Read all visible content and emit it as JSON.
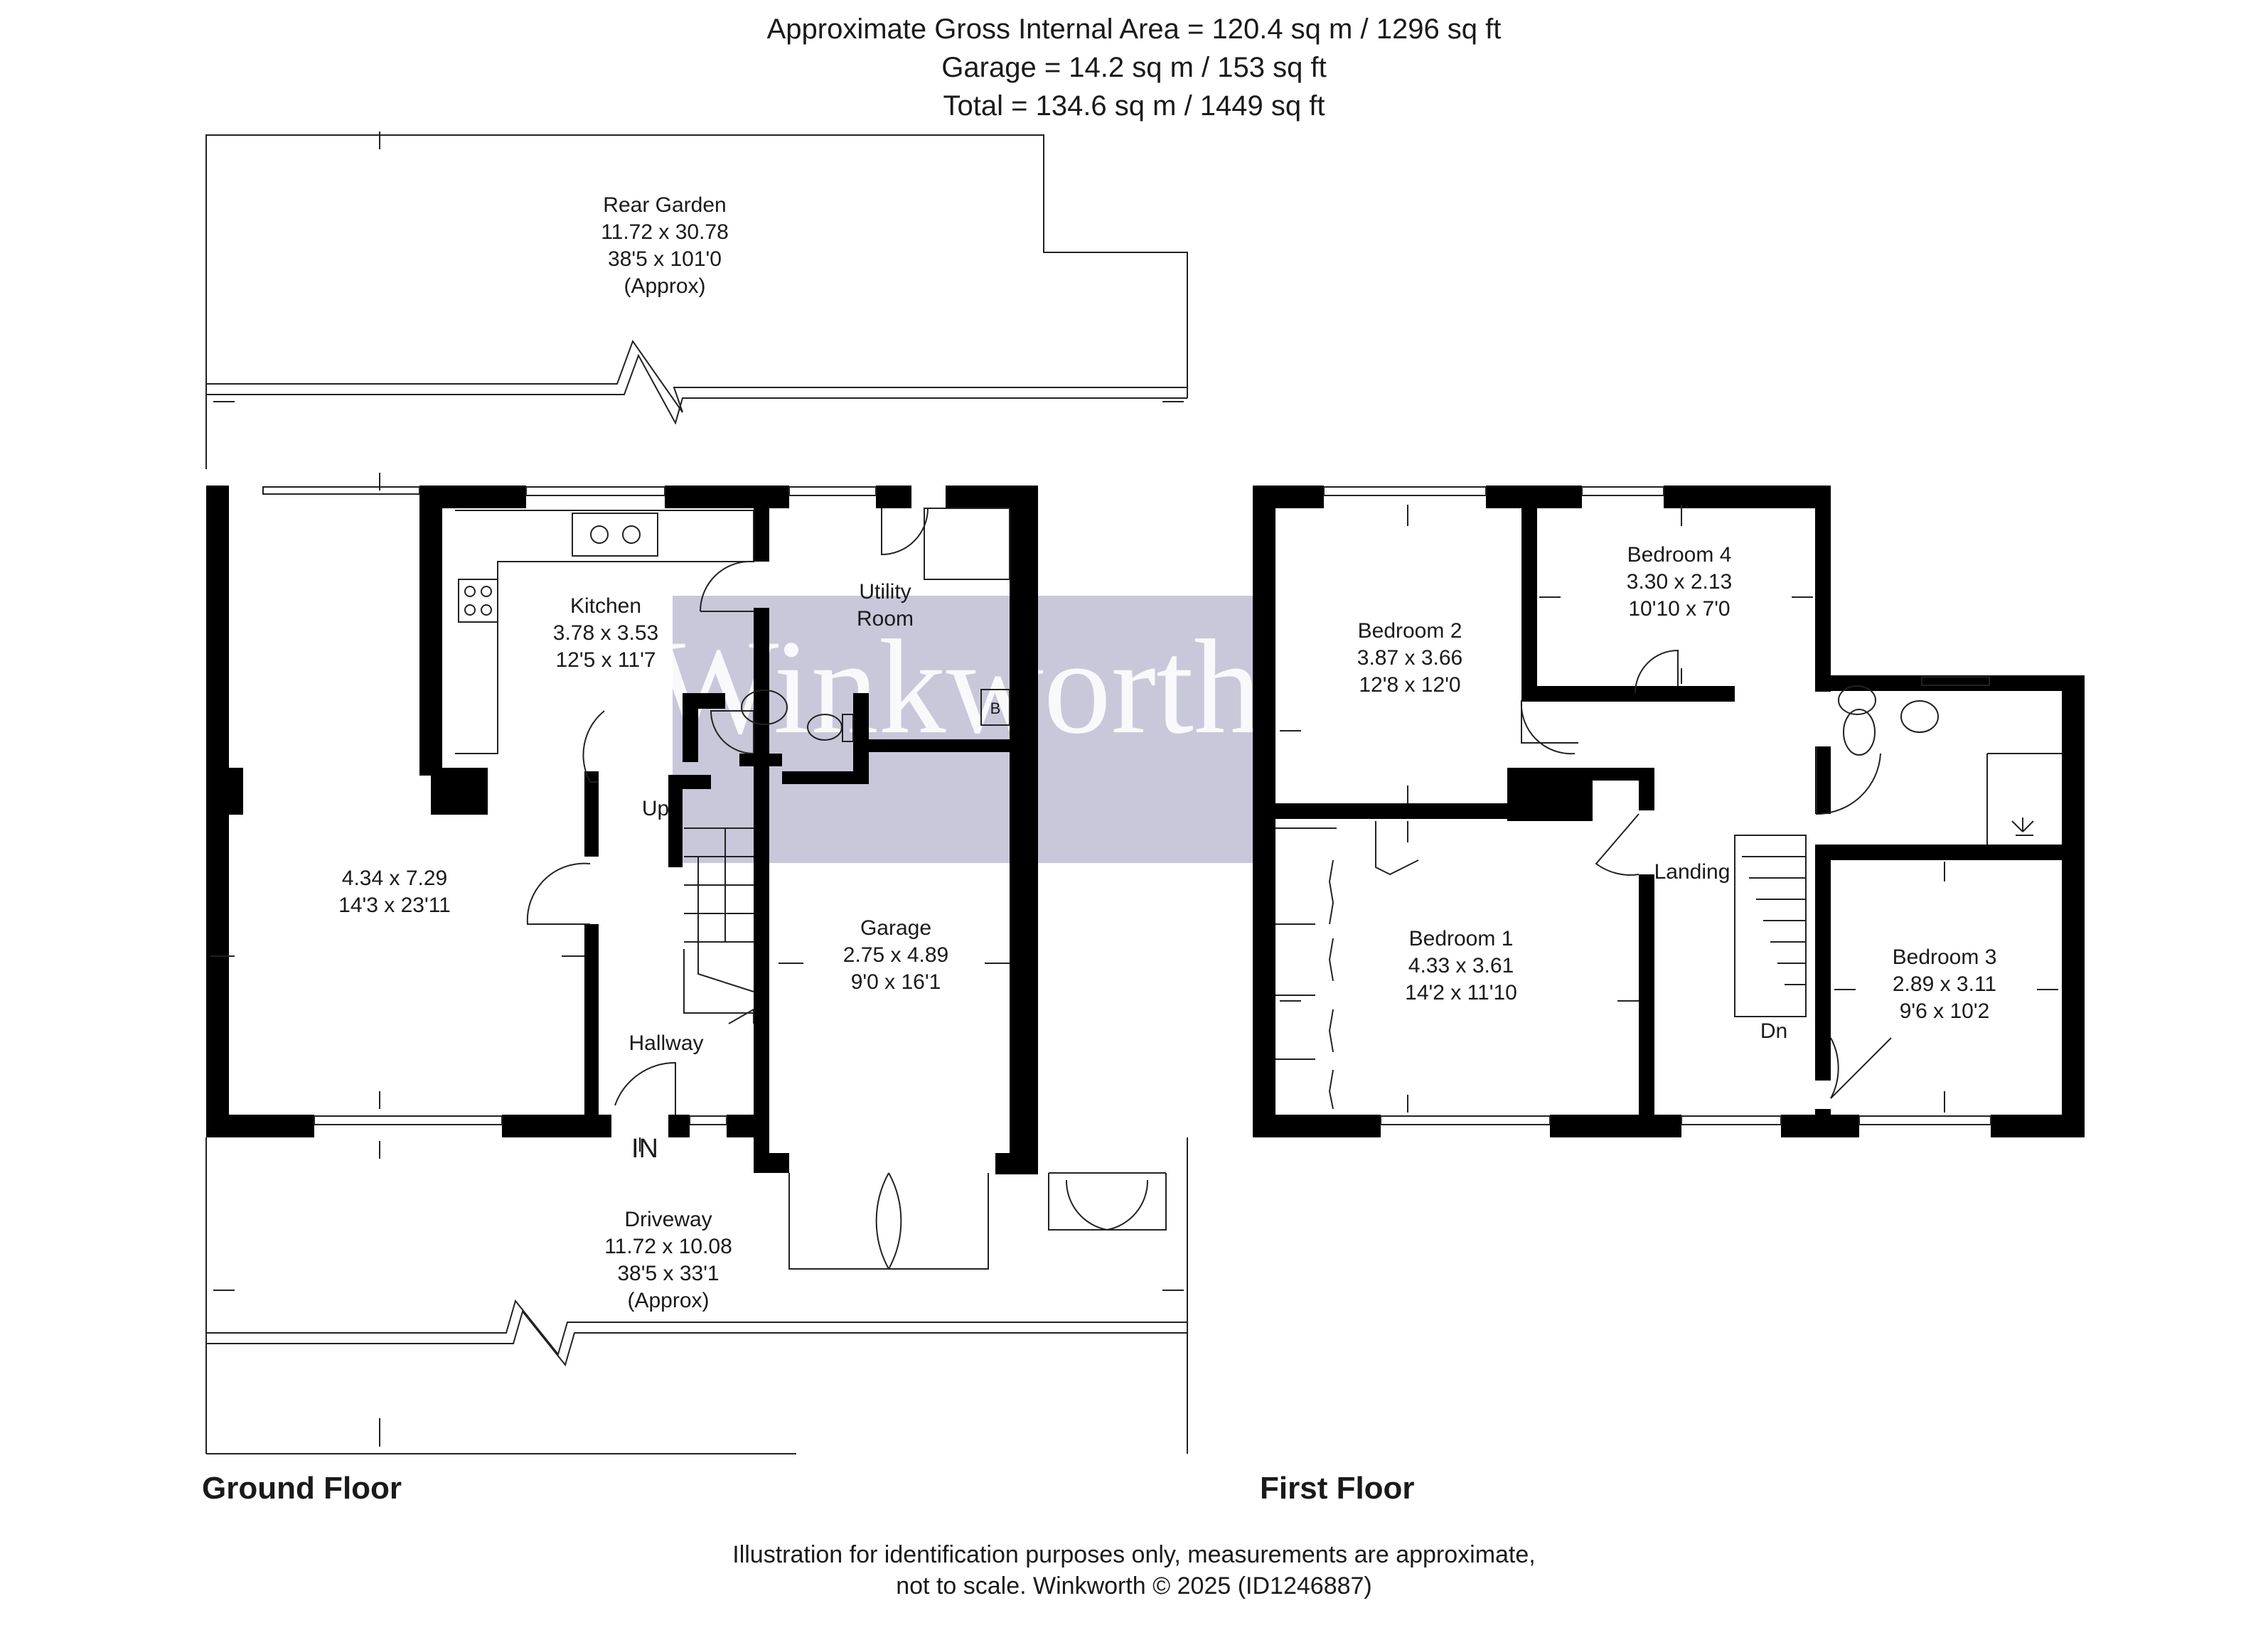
{
  "header": {
    "line1": "Approximate Gross Internal Area = 120.4 sq m / 1296 sq ft",
    "line2": "Garage = 14.2 sq m / 153 sq ft",
    "line3": "Total = 134.6 sq m / 1449 sq ft"
  },
  "watermark": {
    "text": "Winkworth",
    "band_color": "#c9c8da"
  },
  "ground_floor": {
    "label": "Ground Floor",
    "rear_garden": [
      "Rear Garden",
      "11.72 x 30.78",
      "38'5 x 101'0",
      "(Approx)"
    ],
    "kitchen": [
      "Kitchen",
      "3.78 x 3.53",
      "12'5 x 11'7"
    ],
    "utility": [
      "Utility",
      "Room"
    ],
    "living": [
      "4.34 x 7.29",
      "14'3 x 23'11"
    ],
    "garage": [
      "Garage",
      "2.75 x 4.89",
      "9'0 x 16'1"
    ],
    "hallway": "Hallway",
    "up": "Up",
    "entrance": "IN",
    "boiler": "B",
    "driveway": [
      "Driveway",
      "11.72 x 10.08",
      "38'5 x 33'1",
      "(Approx)"
    ]
  },
  "first_floor": {
    "label": "First Floor",
    "bedroom2": [
      "Bedroom 2",
      "3.87 x 3.66",
      "12'8 x 12'0"
    ],
    "bedroom4": [
      "Bedroom 4",
      "3.30 x 2.13",
      "10'10 x 7'0"
    ],
    "bedroom1": [
      "Bedroom 1",
      "4.33 x 3.61",
      "14'2 x 11'10"
    ],
    "bedroom3": [
      "Bedroom 3",
      "2.89 x 3.11",
      "9'6 x 10'2"
    ],
    "landing": "Landing",
    "down": "Dn"
  },
  "footer": {
    "line1": "Illustration for identification purposes only, measurements are approximate,",
    "line2": "not to scale. Winkworth © 2025 (ID1246887)"
  }
}
